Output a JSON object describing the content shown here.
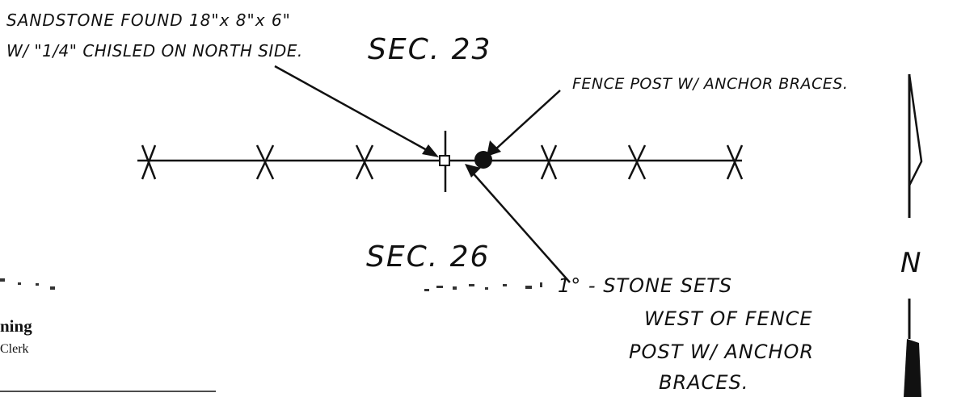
{
  "notes": {
    "sandstone_line1": "SANDSTONE FOUND 18\"x 8\"x 6\"",
    "sandstone_line2": "W/ \"1/4\" CHISLED ON NORTH SIDE.",
    "sec23": "SEC. 23",
    "fence_post": "FENCE POST W/ ANCHOR BRACES.",
    "sec26": "SEC. 26",
    "stone_sets_line1": "1° - STONE SETS",
    "stone_sets_line2": "WEST OF FENCE",
    "stone_sets_line3": "POST W/ ANCHOR",
    "stone_sets_line4": "BRACES.",
    "north": "N"
  },
  "footer": {
    "name_fragment": "ning",
    "title_fragment": "Clerk"
  }
}
